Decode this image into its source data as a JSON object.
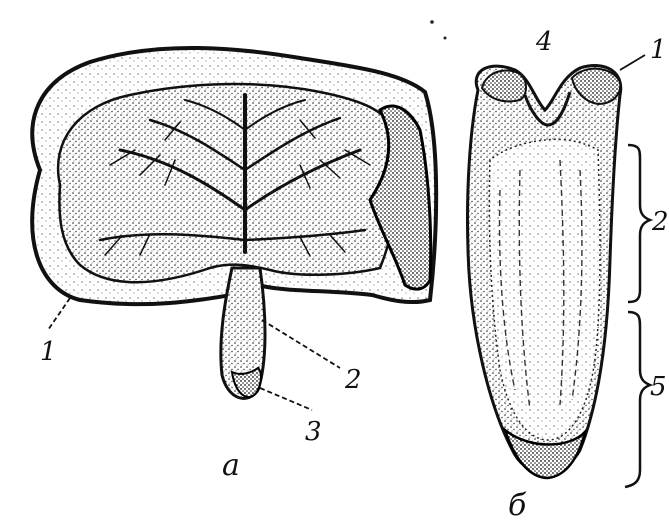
{
  "figure": {
    "leaf": {
      "caption": "а",
      "labels": {
        "l1": "1",
        "l2": "2",
        "l3": "3"
      }
    },
    "section": {
      "caption": "б",
      "labels": {
        "l1": "1",
        "l4": "4",
        "l2": "2",
        "l5": "5"
      }
    }
  }
}
